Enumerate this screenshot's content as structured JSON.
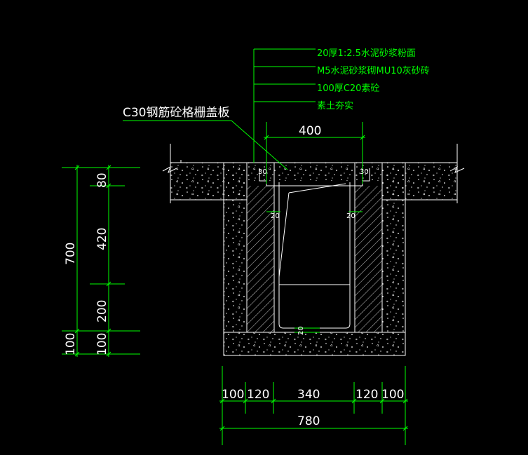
{
  "colors": {
    "background": "#000000",
    "outline": "#ffffff",
    "dimension": "#00ff00",
    "label": "#ffffff"
  },
  "layers": {
    "l1": "20厚1:2.5水泥砂浆粉面",
    "l2": "M5水泥砂浆砌MU10灰砂砖",
    "l3": "100厚C20素砼",
    "l4": "素土夯实"
  },
  "cover_label": "C30钢筋砼格栅盖板",
  "dims": {
    "top_width": "400",
    "total_height": "700",
    "h_cover": "80",
    "h_wall": "420",
    "h_lower": "200",
    "h_base_left": "100",
    "h_base_right": "100",
    "w_left_pad": "100",
    "w_left_wall": "120",
    "w_inner": "340",
    "w_right_wall": "120",
    "w_right_pad": "100",
    "w_total": "780",
    "rim_left": "30",
    "rim_right": "30",
    "plaster_left": "20",
    "plaster_right": "20",
    "plaster_bottom": "20"
  }
}
